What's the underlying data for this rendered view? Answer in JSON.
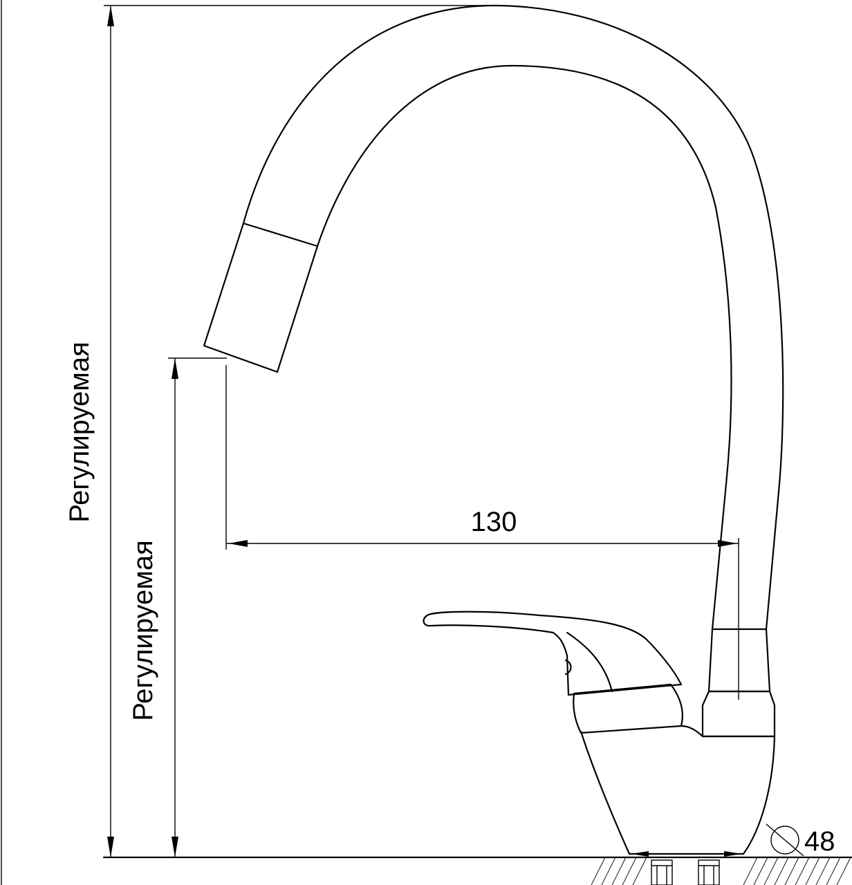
{
  "dimensions": {
    "total_height_label": "Регулируемая",
    "spout_height_label": "Регулируемая",
    "spout_reach": "130",
    "base_diameter": "48"
  }
}
